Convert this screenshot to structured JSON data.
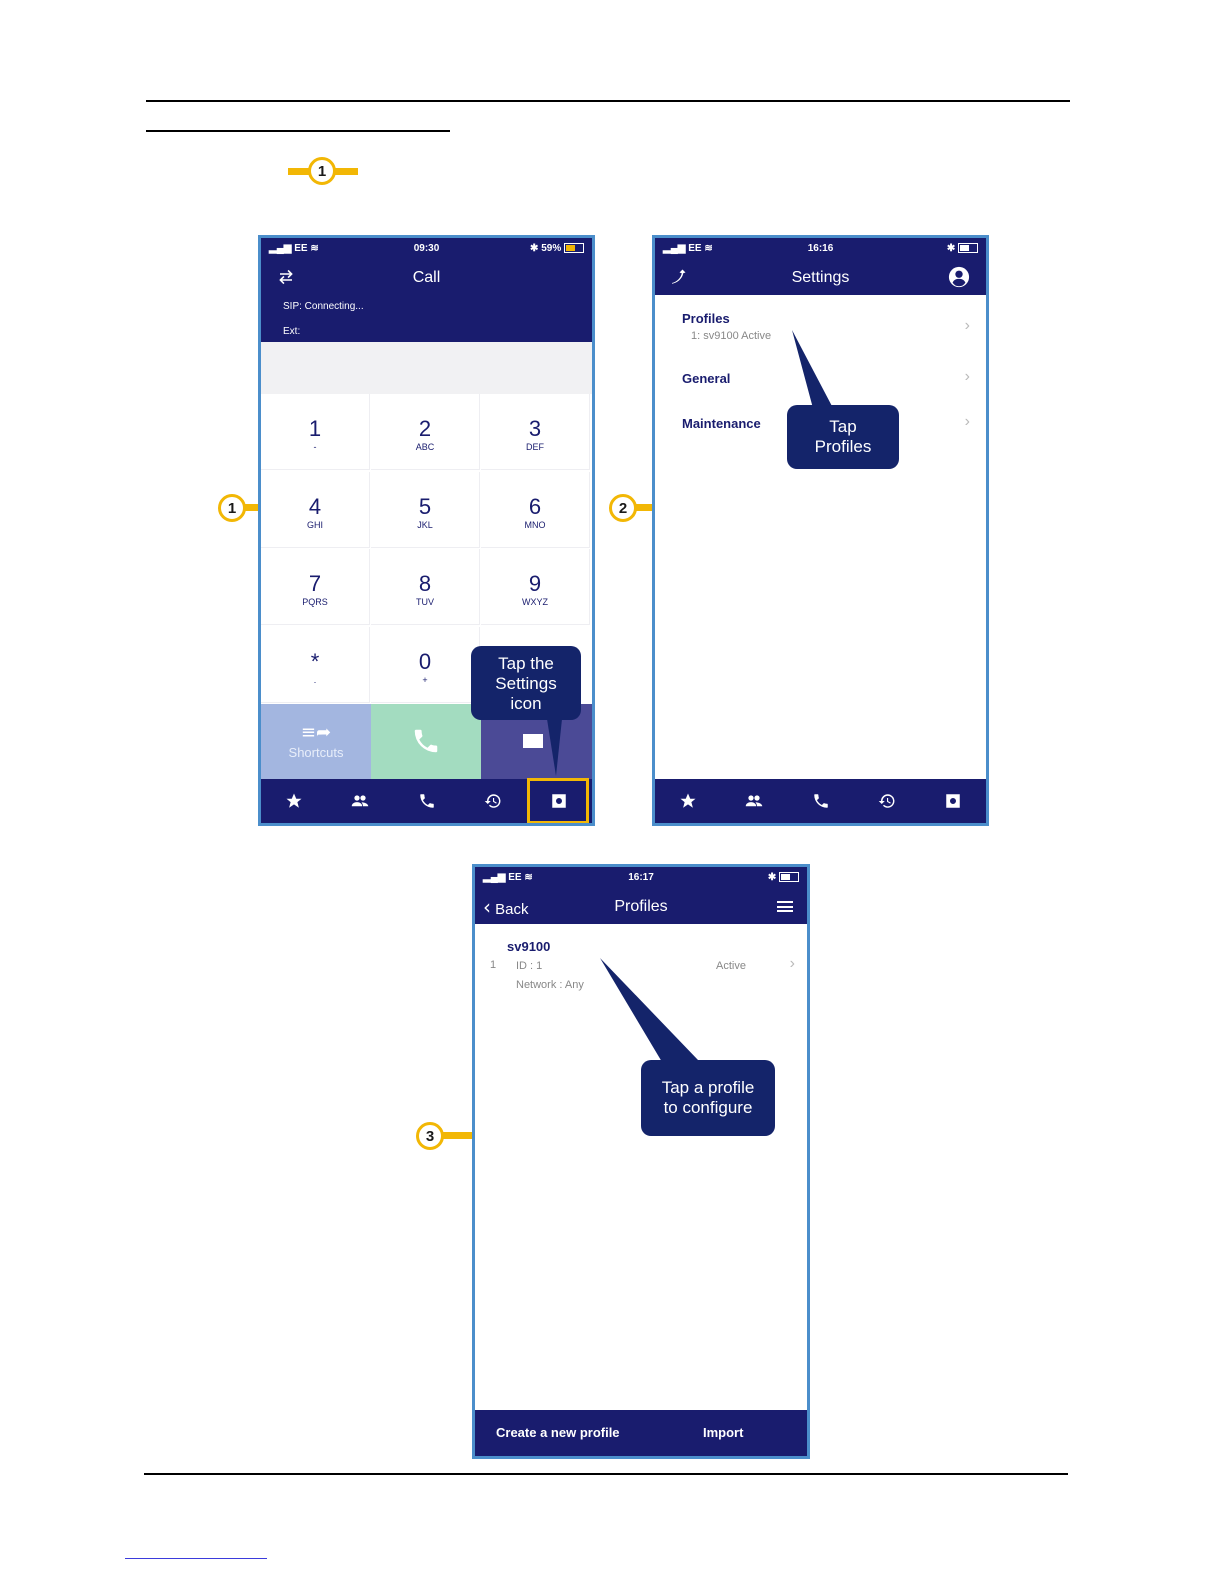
{
  "markers": {
    "top": "1",
    "phone1": "1",
    "phone2": "2",
    "phone3": "3"
  },
  "phone1": {
    "status": {
      "carrier": "EE",
      "time": "09:30",
      "battery": "59%"
    },
    "title": "Call",
    "sip_status": "SIP: Connecting...",
    "ext_label": "Ext:",
    "keys": [
      {
        "digit": "1",
        "sub": "-"
      },
      {
        "digit": "2",
        "sub": "ABC"
      },
      {
        "digit": "3",
        "sub": "DEF"
      },
      {
        "digit": "4",
        "sub": "GHI"
      },
      {
        "digit": "5",
        "sub": "JKL"
      },
      {
        "digit": "6",
        "sub": "MNO"
      },
      {
        "digit": "7",
        "sub": "PQRS"
      },
      {
        "digit": "8",
        "sub": "TUV"
      },
      {
        "digit": "9",
        "sub": "WXYZ"
      },
      {
        "digit": "*",
        "sub": "."
      },
      {
        "digit": "0",
        "sub": "+"
      }
    ],
    "shortcuts_label": "Shortcuts",
    "callout": [
      "Tap the",
      "Settings",
      "icon"
    ],
    "colors": {
      "shortcuts": "#a3b6e0",
      "call": "#a3dcc0",
      "third": "#4b4a96",
      "highlight": "#f2b705"
    }
  },
  "phone2": {
    "status": {
      "carrier": "EE",
      "time": "16:16"
    },
    "title": "Settings",
    "rows": {
      "profiles": "Profiles",
      "profiles_sub": "1:  sv9100 Active",
      "general": "General",
      "maintenance": "Maintenance"
    },
    "callout": [
      "Tap",
      "Profiles"
    ]
  },
  "phone3": {
    "status": {
      "carrier": "EE",
      "time": "16:17"
    },
    "back": "Back",
    "title": "Profiles",
    "profile": {
      "name": "sv9100",
      "index": "1",
      "id": "ID : 1",
      "network": "Network : Any",
      "state": "Active"
    },
    "callout": [
      "Tap  a profile",
      "to configure"
    ],
    "footer": {
      "create": "Create a new profile",
      "import": "Import"
    }
  },
  "icons": [
    "star-icon",
    "contacts-icon",
    "phone-icon",
    "history-icon",
    "settings-icon",
    "swap-icon",
    "handset-icon",
    "account-icon",
    "menu-icon",
    "chevron-right-icon",
    "back-chevron-icon"
  ]
}
